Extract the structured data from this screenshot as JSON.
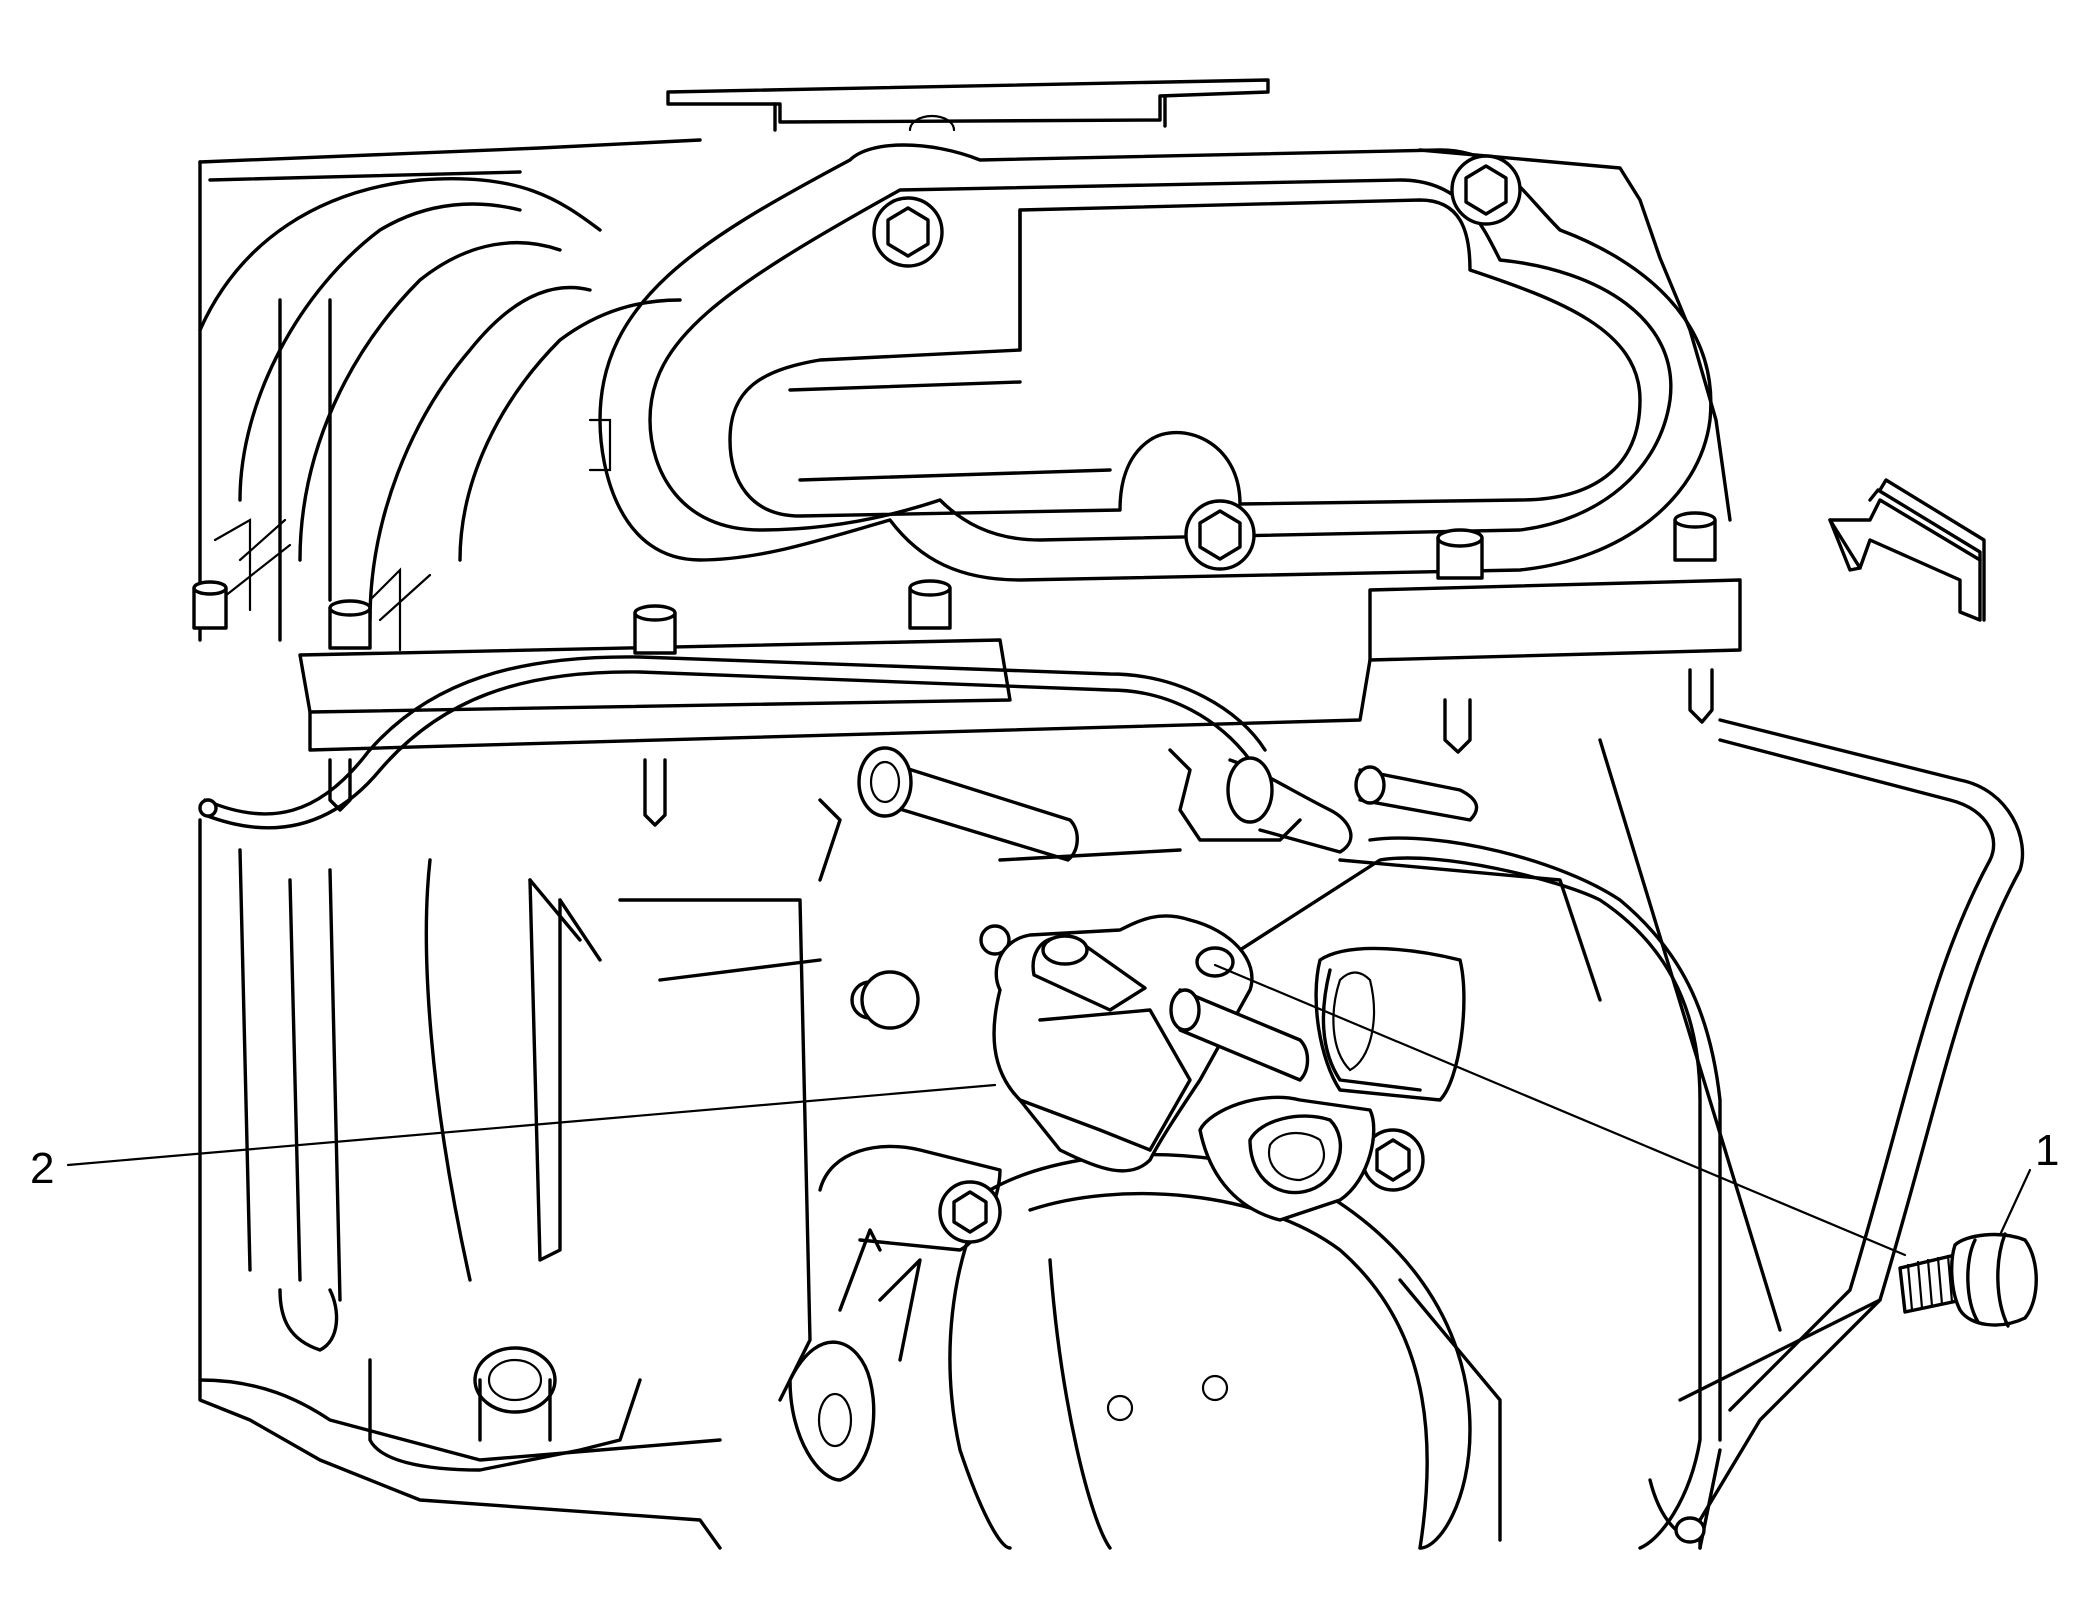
{
  "diagram": {
    "callouts": [
      {
        "id": "1",
        "label": "1"
      },
      {
        "id": "2",
        "label": "2"
      }
    ],
    "colors": {
      "background": "#ffffff",
      "line": "#000000"
    },
    "icons": [
      "view-direction-arrow-icon",
      "bolt-icon"
    ]
  }
}
